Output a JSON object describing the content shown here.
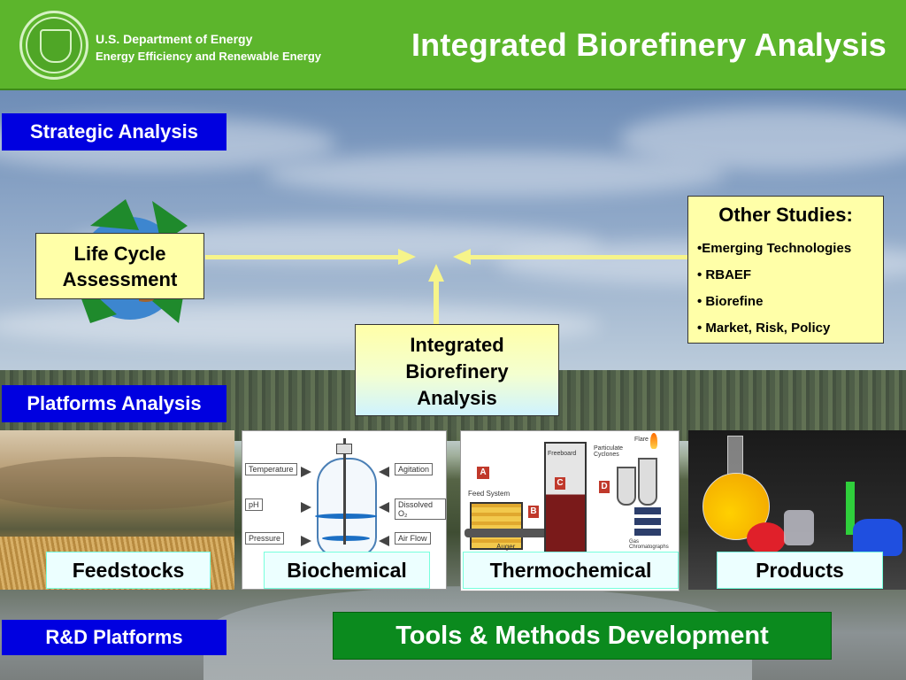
{
  "header": {
    "org_line1": "U.S. Department of Energy",
    "org_line2": "Energy Efficiency and Renewable Energy",
    "title": "Integrated Biorefinery Analysis"
  },
  "sections": {
    "strategic": "Strategic Analysis",
    "platforms": "Platforms Analysis",
    "rd": "R&D Platforms"
  },
  "lca": {
    "line1": "Life Cycle",
    "line2": "Assessment"
  },
  "center": {
    "line1": "Integrated",
    "line2": "Biorefinery",
    "line3": "Analysis"
  },
  "other_studies": {
    "heading": "Other Studies:",
    "items": [
      "•Emerging Technologies",
      "• RBAEF",
      "• Biorefine",
      "• Market, Risk, Policy"
    ]
  },
  "platforms": {
    "feedstocks": "Feedstocks",
    "biochemical": "Biochemical",
    "thermochemical": "Thermochemical",
    "products": "Products"
  },
  "biochem_diagram": {
    "left": [
      "Temperature",
      "pH",
      "Pressure"
    ],
    "right": [
      "Agitation",
      "Dissolved O₂",
      "Air Flow"
    ]
  },
  "thermo_diagram": {
    "feed": "Feed System",
    "freeboard": "Freeboard",
    "cyclones": "Particulate Cyclones",
    "flare": "Flare",
    "gc": "Gas Chromatographs",
    "auger": "Auger",
    "letters": [
      "A",
      "B",
      "C",
      "D"
    ]
  },
  "tools": "Tools & Methods Development",
  "colors": {
    "header_green": "#5cb52c",
    "label_blue": "#0000e0",
    "tools_green": "#0b8a1e",
    "box_yellow": "#ffffa8",
    "arrow_yellow": "#f6f48a",
    "caption_bg": "#ecffff"
  }
}
